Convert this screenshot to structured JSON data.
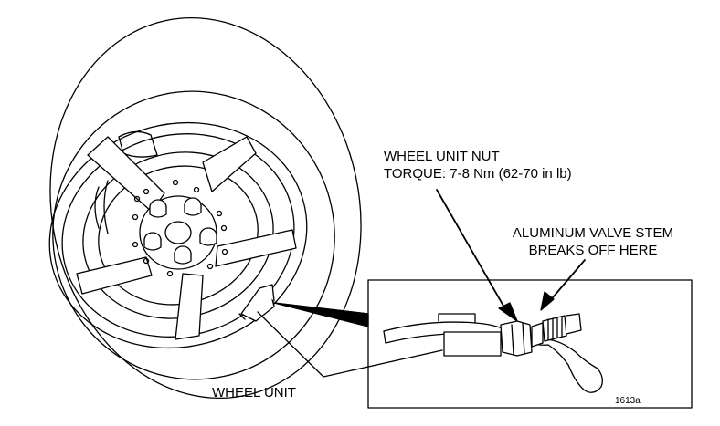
{
  "labels": {
    "nut_line1": "WHEEL UNIT NUT",
    "nut_line2": "TORQUE: 7-8 Nm (62-70 in lb)",
    "stem_line1": "ALUMINUM VALVE STEM",
    "stem_line2": "BREAKS OFF HERE",
    "wheel_unit": "WHEEL UNIT",
    "figure_id": "1613a"
  },
  "colors": {
    "ink": "#000000",
    "paper": "#ffffff"
  }
}
